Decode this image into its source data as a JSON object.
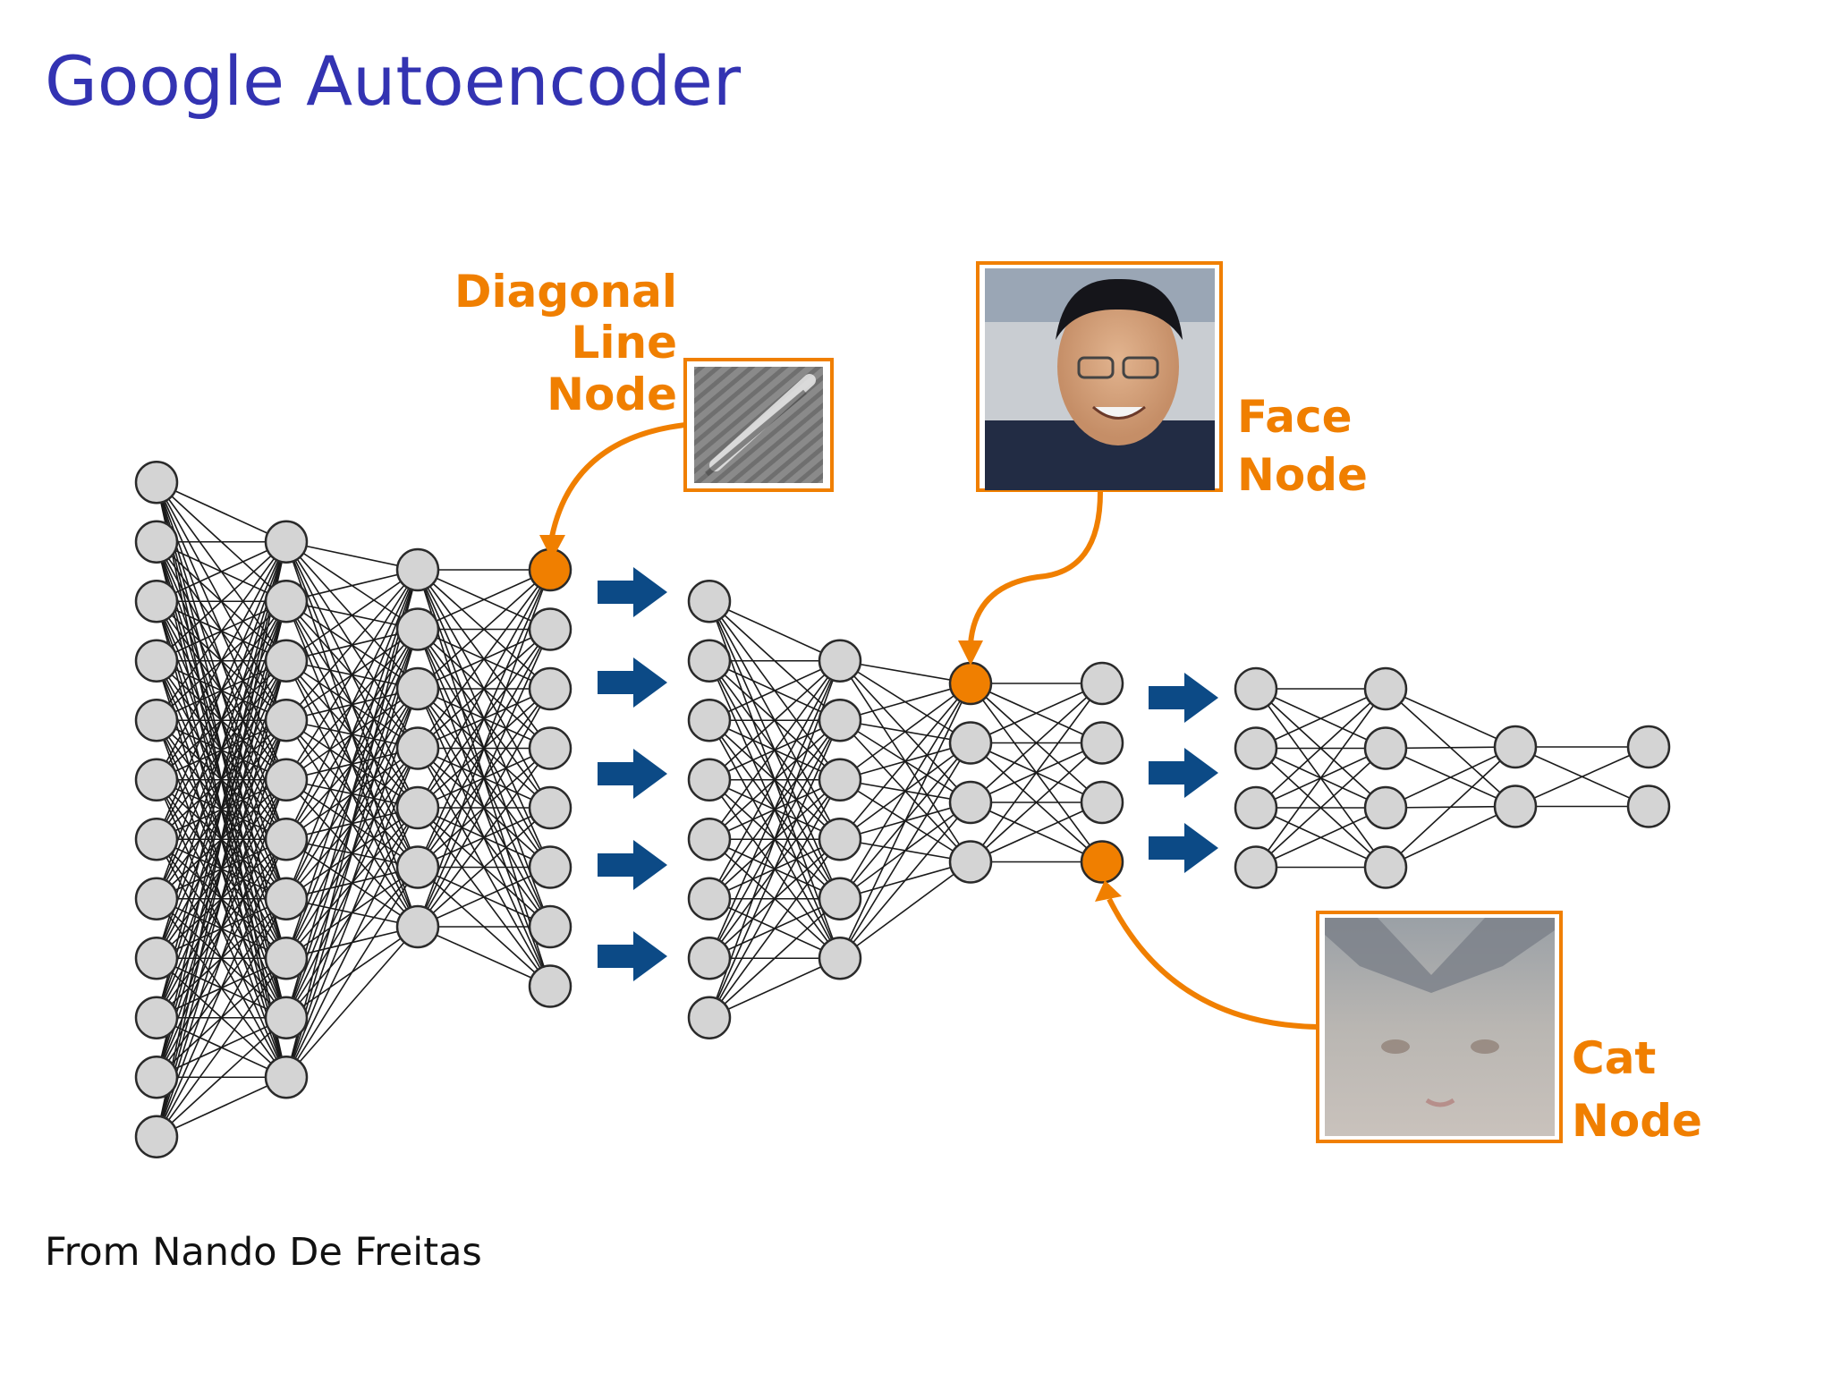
{
  "slide": {
    "title": "Google Autoencoder",
    "credit": "From Nando De Freitas"
  },
  "labels": {
    "diagonal": [
      "Diagonal",
      "Line",
      "Node"
    ],
    "face": [
      "Face",
      "Node"
    ],
    "cat": [
      "Cat",
      "Node"
    ]
  },
  "colors": {
    "title": "#3333b2",
    "node_fill": "#d4d4d4",
    "highlight": "#f07f00",
    "arrow": "#0c4a86"
  },
  "networks": [
    {
      "layers": [
        12,
        10,
        7,
        8
      ]
    },
    {
      "layers": [
        8,
        6,
        4,
        4
      ]
    },
    {
      "layers": [
        4,
        4,
        2,
        2
      ]
    }
  ]
}
